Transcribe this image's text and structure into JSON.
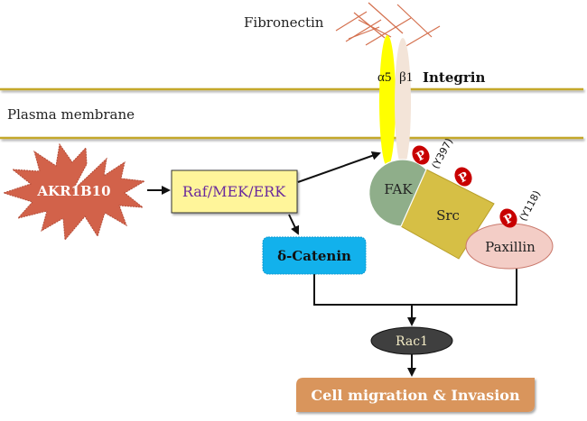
{
  "diagram": {
    "labels": {
      "fibronectin": "Fibronectin",
      "plasma_membrane": "Plasma membrane",
      "integrin": "Integrin",
      "alpha_subunit": "α5",
      "beta_subunit": "β1"
    },
    "nodes": {
      "akr1b10": "AKR1B10",
      "raf_mek_erk": "Raf/MEK/ERK",
      "delta_catenin": "δ-Catenin",
      "fak": "FAK",
      "src": "Src",
      "paxillin": "Paxillin",
      "rac1": "Rac1",
      "outcome": "Cell migration & Invasion"
    },
    "phosphorylation": {
      "badge_label": "P",
      "fak_site": "(Y397)",
      "paxillin_site": "(Y118)"
    },
    "edges": [
      {
        "from": "AKR1B10",
        "to": "Raf/MEK/ERK"
      },
      {
        "from": "Raf/MEK/ERK",
        "to": "Integrin"
      },
      {
        "from": "Raf/MEK/ERK",
        "to": "δ-Catenin"
      },
      {
        "from": "δ-Catenin",
        "to": "Rac1"
      },
      {
        "from": "Paxillin",
        "to": "Rac1"
      },
      {
        "from": "Rac1",
        "to": "Cell migration & Invasion"
      }
    ],
    "colors": {
      "membrane": "#c4a82a",
      "fibronectin": "#d4704e",
      "alpha_integrin": "#ffff00",
      "beta_integrin": "#f3e4d8",
      "akr1b10": "#d2624a",
      "raf_box": "#fff59a",
      "catenin_box": "#12b1ec",
      "fak": "#8fae8a",
      "src": "#d6bf45",
      "paxillin": "#f3cdc6",
      "phospho": "#c80000",
      "rac1": "#3f3f3f",
      "outcome": "#d9955c"
    }
  }
}
